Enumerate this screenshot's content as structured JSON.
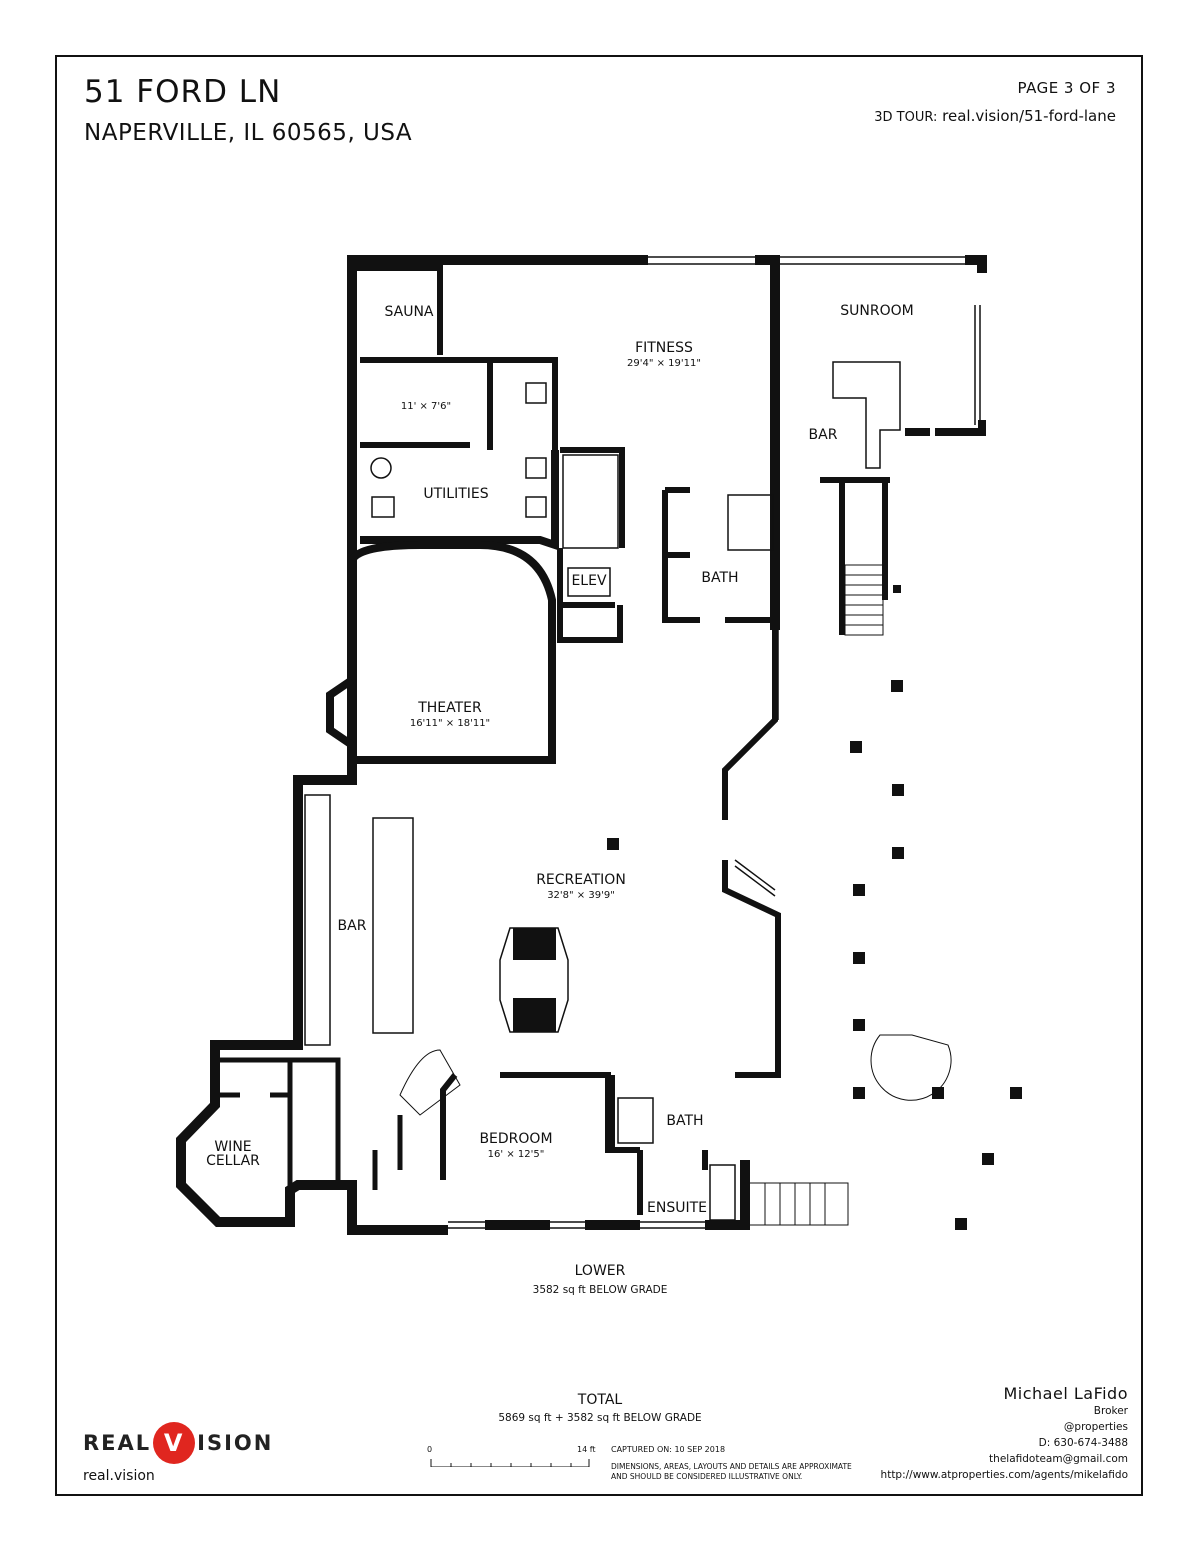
{
  "header": {
    "address_line1": "51 FORD LN",
    "address_line2": "NAPERVILLE, IL 60565, USA",
    "page": "PAGE 3 OF 3",
    "tour_label": "3D TOUR:",
    "tour_url": "real.vision/51-ford-lane"
  },
  "rooms": {
    "sauna": "SAUNA",
    "fitness": "FITNESS",
    "fitness_dim": "29'4\" × 19'11\"",
    "sunroom": "SUNROOM",
    "bar_sunroom": "BAR",
    "closet_dim": "11' × 7'6\"",
    "utilities": "UTILITIES",
    "elev": "ELEV",
    "bath_upper": "BATH",
    "theater": "THEATER",
    "theater_dim": "16'11\" × 18'11\"",
    "recreation": "RECREATION",
    "recreation_dim": "32'8\" × 39'9\"",
    "bar_main": "BAR",
    "bedroom": "BEDROOM",
    "bedroom_dim": "16' × 12'5\"",
    "bath_lower": "BATH",
    "ensuite": "ENSUITE",
    "wine_1": "WINE",
    "wine_2": "CELLAR"
  },
  "floor": {
    "name": "LOWER",
    "area": "3582 sq ft BELOW GRADE"
  },
  "total": {
    "label": "TOTAL",
    "area": "5869 sq ft + 3582 sq ft BELOW GRADE"
  },
  "scale": {
    "start": "0",
    "end": "14 ft"
  },
  "captured": "CAPTURED ON: 10 SEP 2018",
  "disclaimer_1": "DIMENSIONS, AREAS, LAYOUTS AND DETAILS ARE APPROXIMATE",
  "disclaimer_2": "AND SHOULD BE CONSIDERED ILLUSTRATIVE ONLY.",
  "brand": {
    "left": "REAL",
    "mark": "V",
    "right": "ISION",
    "site": "real.vision",
    "mark_color": "#e0261f"
  },
  "agent": {
    "name": "Michael LaFido",
    "title": "Broker",
    "company": "@properties",
    "phone": "D: 630-674-3488",
    "email": "thelafidoteam@gmail.com",
    "url": "http://www.atproperties.com/agents/mikelafido"
  }
}
